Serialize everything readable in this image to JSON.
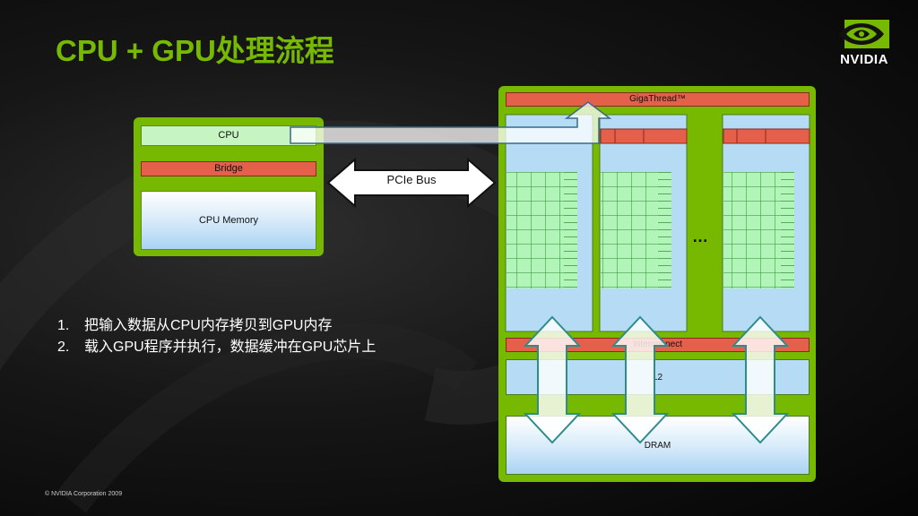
{
  "slide": {
    "title": "CPU + GPU处理流程",
    "footer": "©  NVIDIA Corporation 2009"
  },
  "logo": {
    "wordmark": "NVIDIA",
    "icon": "nvidia-eye-icon",
    "brand_color": "#76b900"
  },
  "cpu_side": {
    "cpu_label": "CPU",
    "bridge_label": "Bridge",
    "memory_label": "CPU Memory"
  },
  "bus": {
    "label": "PCIe Bus"
  },
  "gpu_side": {
    "gigathread_label": "GigaThread™",
    "interconnect_label": "Interconnect",
    "l2_label": "L2",
    "dram_label": "DRAM",
    "ellipsis": "…"
  },
  "steps": [
    {
      "num": "1.",
      "text": "把输入数据从CPU内存拷贝到GPU内存"
    },
    {
      "num": "2.",
      "text": "载入GPU程序并执行，数据缓冲在GPU芯片上"
    }
  ],
  "colors": {
    "accent_green": "#76b900",
    "unit_red": "#e4604a",
    "core_green": "#b2f5b8",
    "memory_blue": "#a9d3f3"
  }
}
